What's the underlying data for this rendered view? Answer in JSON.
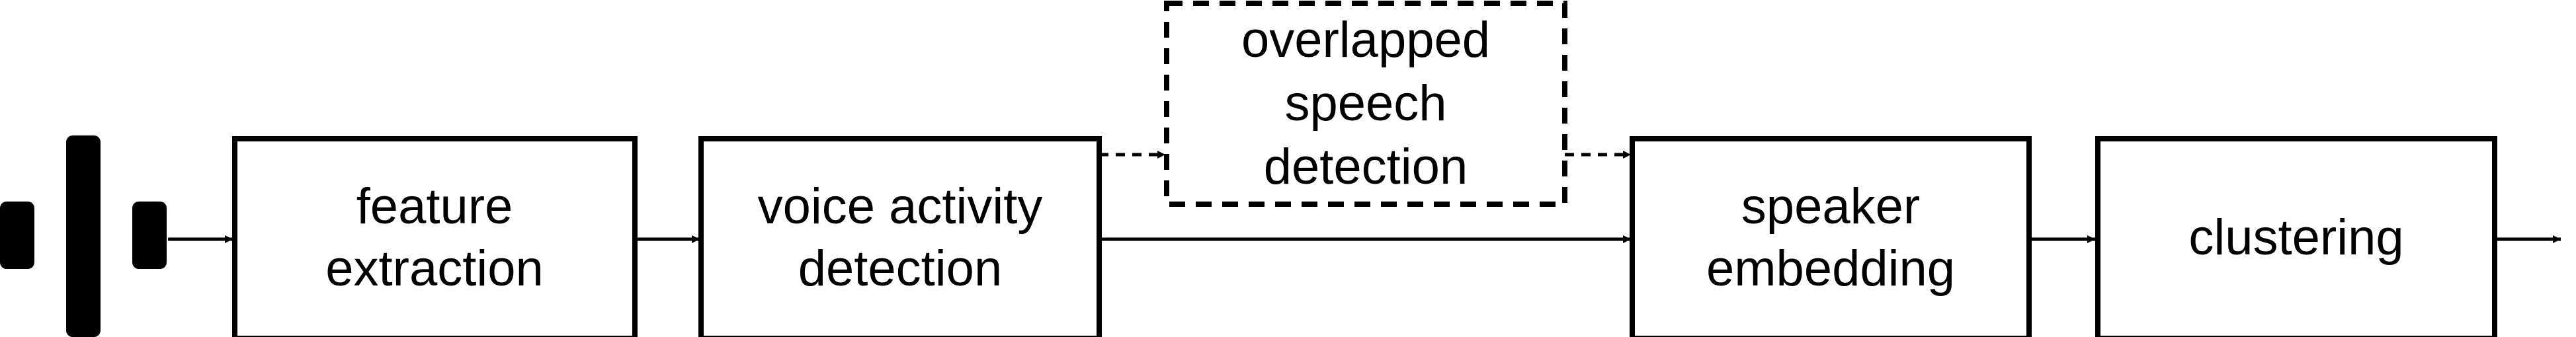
{
  "diagram": {
    "colors": {
      "stroke": "#000000",
      "background": "#ffffff",
      "fill": "#000000"
    },
    "source_icon": "audio-waveform-icon",
    "boxes": {
      "feature_extraction": {
        "lines": [
          "feature",
          "extraction"
        ],
        "style": "solid"
      },
      "voice_activity_detection": {
        "lines": [
          "voice activity",
          "detection"
        ],
        "style": "solid"
      },
      "overlapped_speech_detection": {
        "lines": [
          "overlapped",
          "speech",
          "detection"
        ],
        "style": "dashed"
      },
      "speaker_embedding": {
        "lines": [
          "speaker",
          "embedding"
        ],
        "style": "solid"
      },
      "clustering": {
        "lines": [
          "clustering"
        ],
        "style": "solid"
      }
    }
  }
}
